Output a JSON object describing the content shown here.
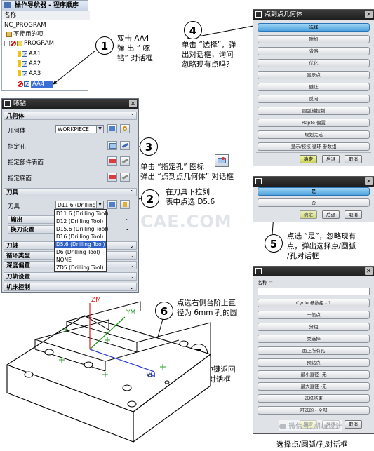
{
  "navigator": {
    "title": "操作导航器 - 程序顺序",
    "col_header": "名称",
    "items": [
      "NC_PROGRAM",
      "不使用的项",
      "PROGRAM",
      "AA1",
      "AA2",
      "AA3",
      "AA4"
    ]
  },
  "steps": {
    "s1": {
      "num": "1",
      "lines": [
        "双击 AA4",
        "弹 出 “ 啄",
        "钻” 对话框"
      ]
    },
    "s2": {
      "num": "2",
      "lines": [
        "在刀具下拉列",
        "表中点选 D5.6"
      ]
    },
    "s3": {
      "num": "3",
      "lines": [
        "单击 “指定孔” 图标",
        "弹出 “点到点几何体” 对话框"
      ]
    },
    "s4": {
      "num": "4",
      "lines": [
        "单击 “选择”，弹",
        "出对话框，询问",
        "忽略现有点吗？"
      ]
    },
    "s5": {
      "num": "5",
      "lines": [
        "点选 “是”，忽略现有",
        "点，弹出选择点/圆弧",
        "/孔对话框"
      ]
    },
    "s6": {
      "num": "6",
      "lines": [
        "点选右侧台阶上直",
        "径为 6mm 孔的圆"
      ]
    },
    "s7": {
      "num": "7",
      "lines": [
        "按两次中键返回",
        "“啄钻” 对话框"
      ]
    }
  },
  "drill_dialog": {
    "title": "啄钻",
    "geometry_section": "几何体",
    "geometry_label": "几何体",
    "geometry_value": "WORKPIECE",
    "spec_hole": "指定孔",
    "spec_part_surface": "指定部件表面",
    "spec_bottom": "指定底面",
    "tool_section": "刀具",
    "tool_label": "刀具",
    "tool_value": "D11.6 (Drilling T",
    "output": "输出",
    "tool_change": "换刀设置",
    "tool_axis": "刀轴",
    "cycle_type": "循环类型",
    "depth_offset": "深度偏置",
    "toolpath_settings": "刀轨设置",
    "machine_control": "机床控制",
    "dropdown": [
      "D11.6 (Drilling Tool)",
      "D12 (Drilling Tool)",
      "D15.6 (Drilling Tool)",
      "D16 (Drilling Tool)",
      "D5.6 (Drilling Tool)",
      "D6 (Drilling Tool)",
      "NONE",
      "ZD5 (Drilling Tool)"
    ]
  },
  "p2p_dialog": {
    "title": "点到点几何体",
    "buttons": [
      "选择",
      "附加",
      "省略",
      "优化",
      "显示点",
      "避让",
      "反向",
      "圆弧轴控制",
      "Rapto 偏置",
      "规划完成",
      "显示/校核 循环 参数组"
    ],
    "ok": "确定",
    "back": "后退",
    "cancel": "取消"
  },
  "confirm_dialog": {
    "yes": "是",
    "no": "否",
    "ok": "确定",
    "back": "后退",
    "cancel": "取消"
  },
  "select_dialog": {
    "name_label": "名称",
    "name_value": "=",
    "buttons": [
      "Cycle 参数组 - 1",
      "一般点",
      "分组",
      "类选择",
      "面上所有孔",
      "预钻点",
      "最小直径 -无",
      "最大直径 -无",
      "选择结束",
      "可选的 - 全部"
    ],
    "ok": "确定",
    "back": "后退",
    "cancel": "取消"
  },
  "axes": {
    "zm": "ZM",
    "ym": "YM",
    "xm": "XM"
  },
  "watermark": "CAE.COM",
  "footer": {
    "wechat": "微信号: 机械设计",
    "caption": "选择点/圆弧/孔对话框"
  }
}
